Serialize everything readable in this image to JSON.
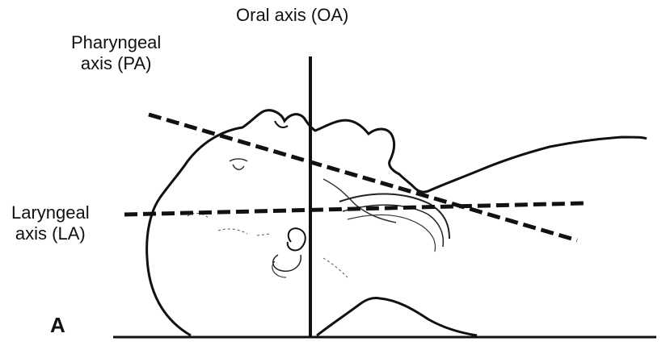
{
  "labels": {
    "oral_axis": "Oral axis (OA)",
    "pharyngeal_line1": "Pharyngeal",
    "pharyngeal_line2": "axis (PA)",
    "laryngeal_line1": "Laryngeal",
    "laryngeal_line2": "axis (LA)",
    "panel": "A"
  },
  "colors": {
    "ink": "#111111",
    "background": "#ffffff"
  }
}
